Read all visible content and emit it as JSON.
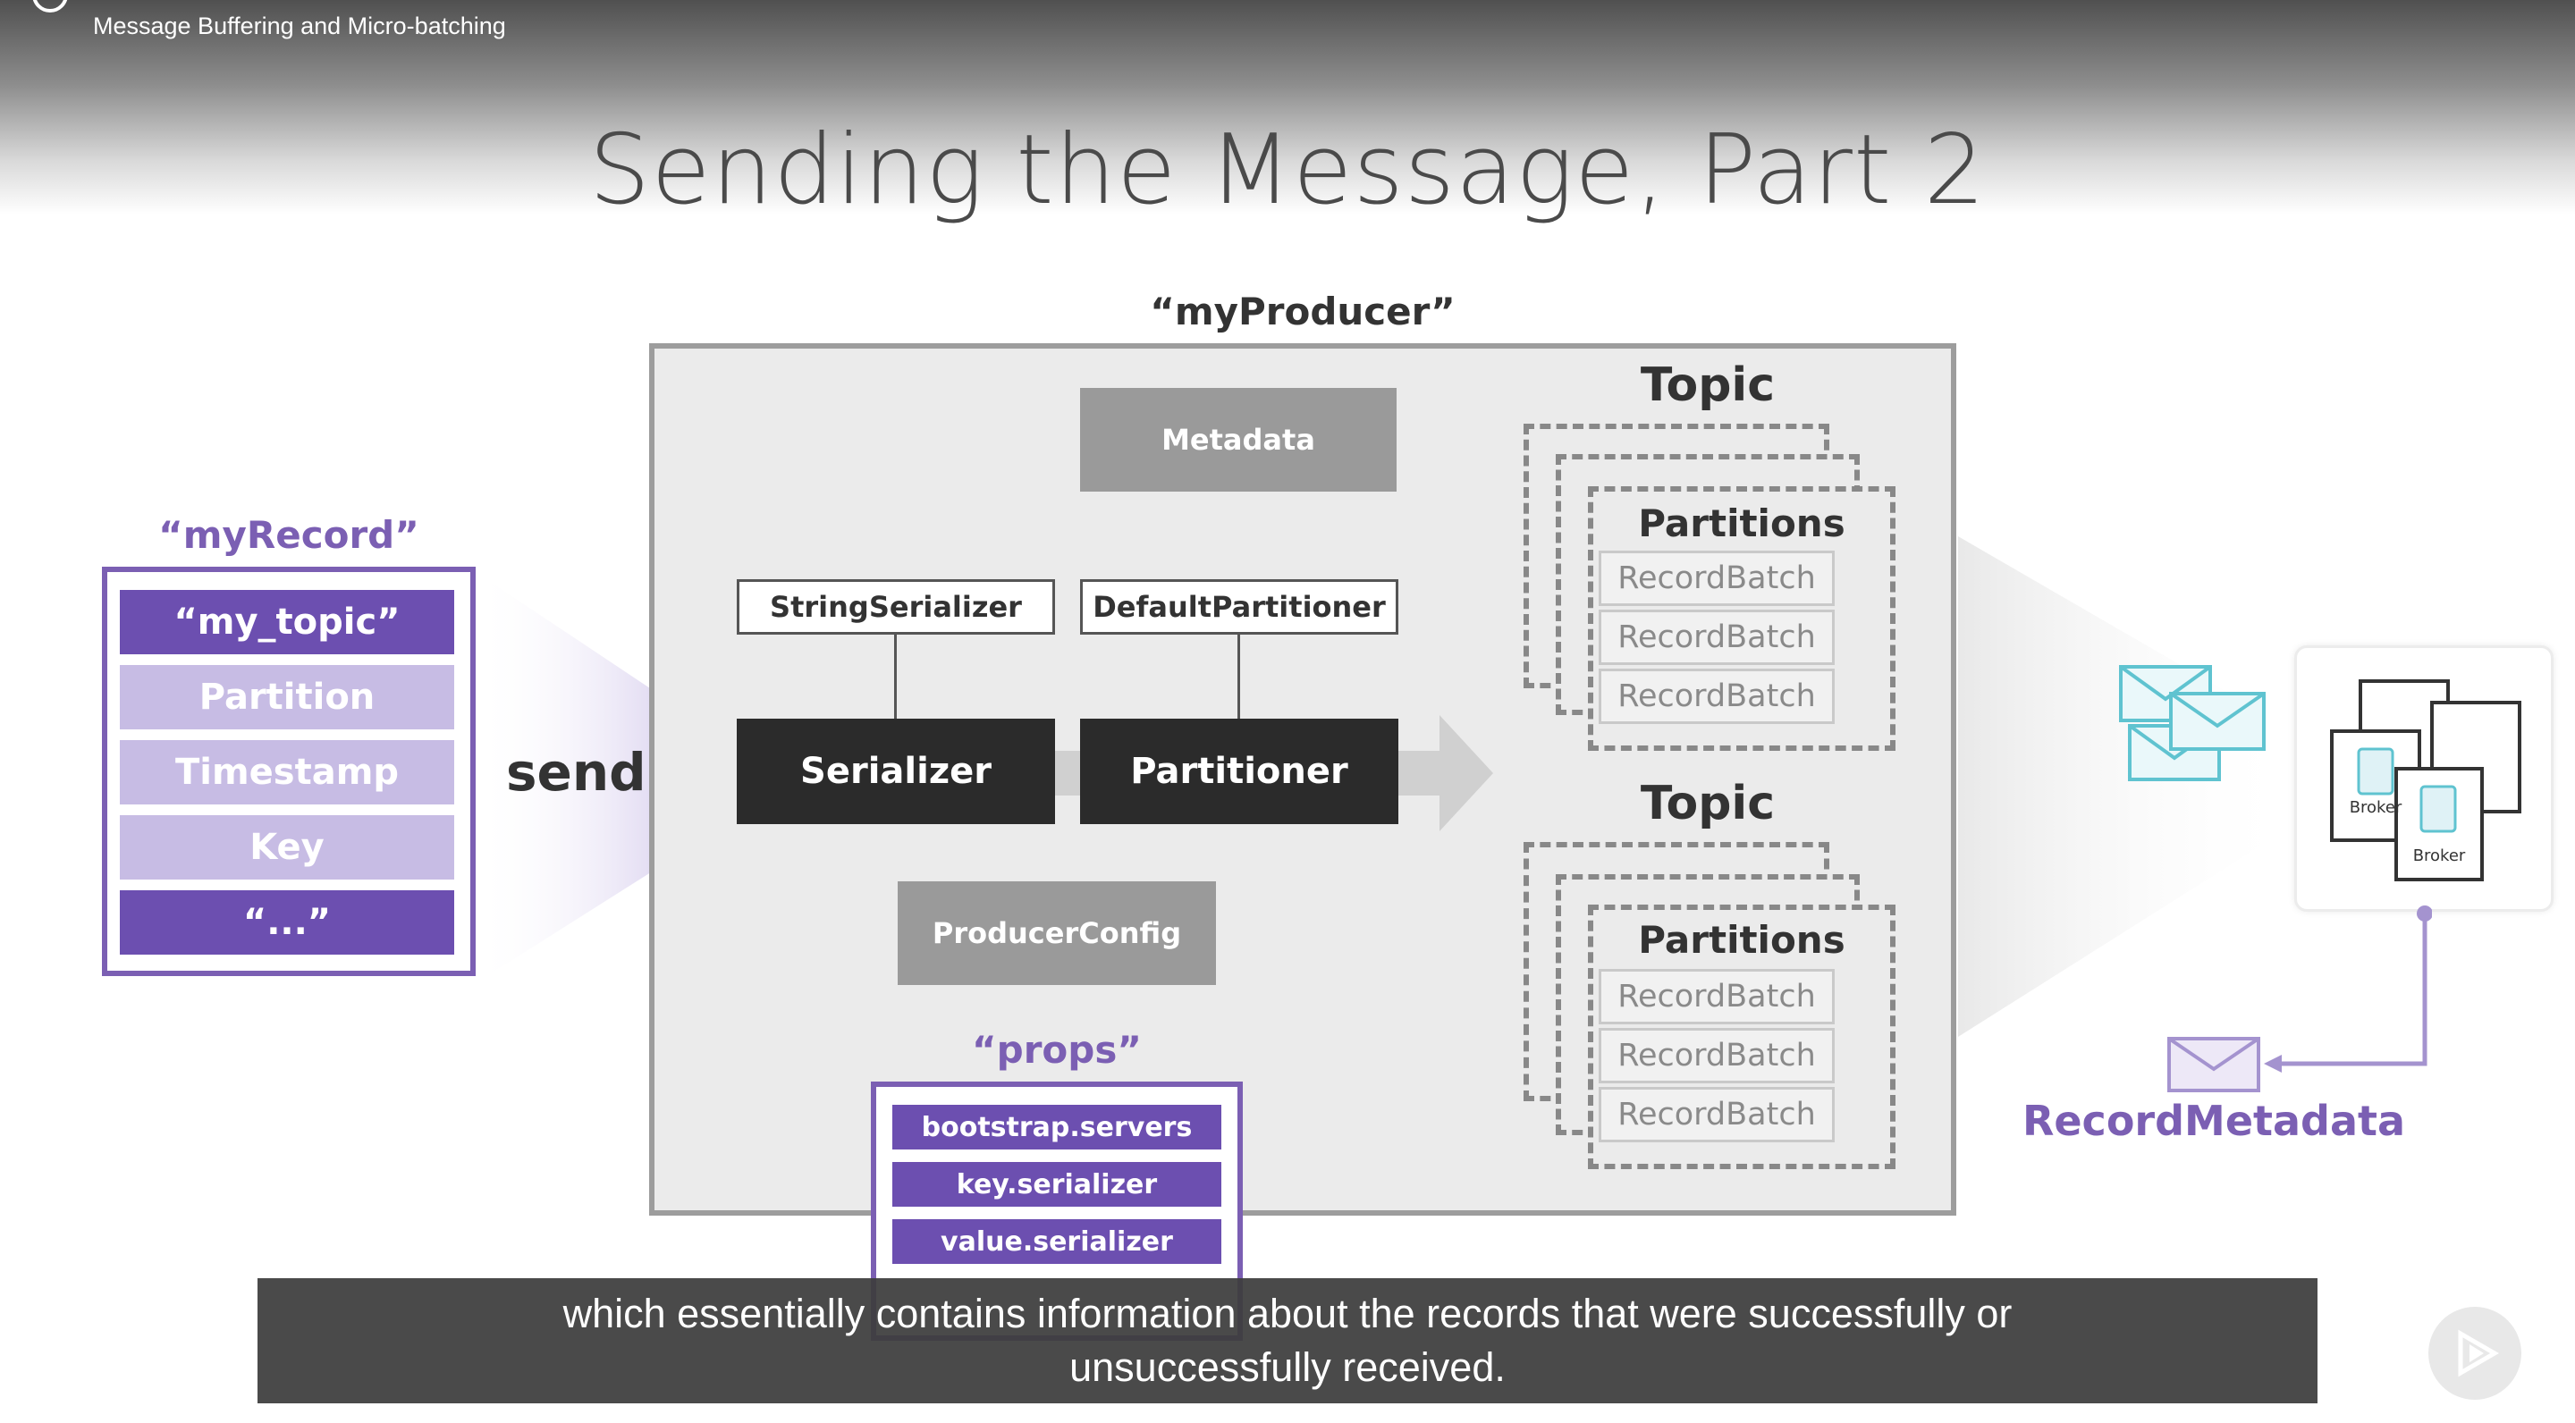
{
  "video": {
    "lesson_title": "Message Buffering and Micro-batching",
    "subtitle_line1": "which essentially contains information about the records that were successfully or",
    "subtitle_line2": "unsuccessfully received."
  },
  "slide": {
    "title": "Sending the Message, Part 2",
    "producer_label": "“myProducer”",
    "record": {
      "label": "“myRecord”",
      "fields": [
        "“my_topic”",
        "Partition",
        "Timestamp",
        "Key",
        "“...”"
      ]
    },
    "send_label": "send()",
    "metadata_label": "Metadata",
    "string_serializer_label": "StringSerializer",
    "default_partitioner_label": "DefaultPartitioner",
    "serializer_label": "Serializer",
    "partitioner_label": "Partitioner",
    "producer_config_label": "ProducerConfig",
    "props": {
      "label": "“props”",
      "items": [
        "bootstrap.servers",
        "key.serializer",
        "value.serializer"
      ]
    },
    "topics": [
      {
        "label": "Topic",
        "partitions_label": "Partitions",
        "batches": [
          "RecordBatch",
          "RecordBatch",
          "RecordBatch"
        ]
      },
      {
        "label": "Topic",
        "partitions_label": "Partitions",
        "batches": [
          "RecordBatch",
          "RecordBatch",
          "RecordBatch"
        ]
      }
    ],
    "broker_labels": [
      "Broker",
      "Broker"
    ],
    "record_metadata_label": "RecordMetadata"
  },
  "colors": {
    "accent_purple": "#6c4fb0",
    "light_purple": "#c7bce4",
    "dark_tile": "#2b2b2b",
    "grey_tile": "#9a9a9a",
    "envelope_teal": "#5fc3d0"
  }
}
